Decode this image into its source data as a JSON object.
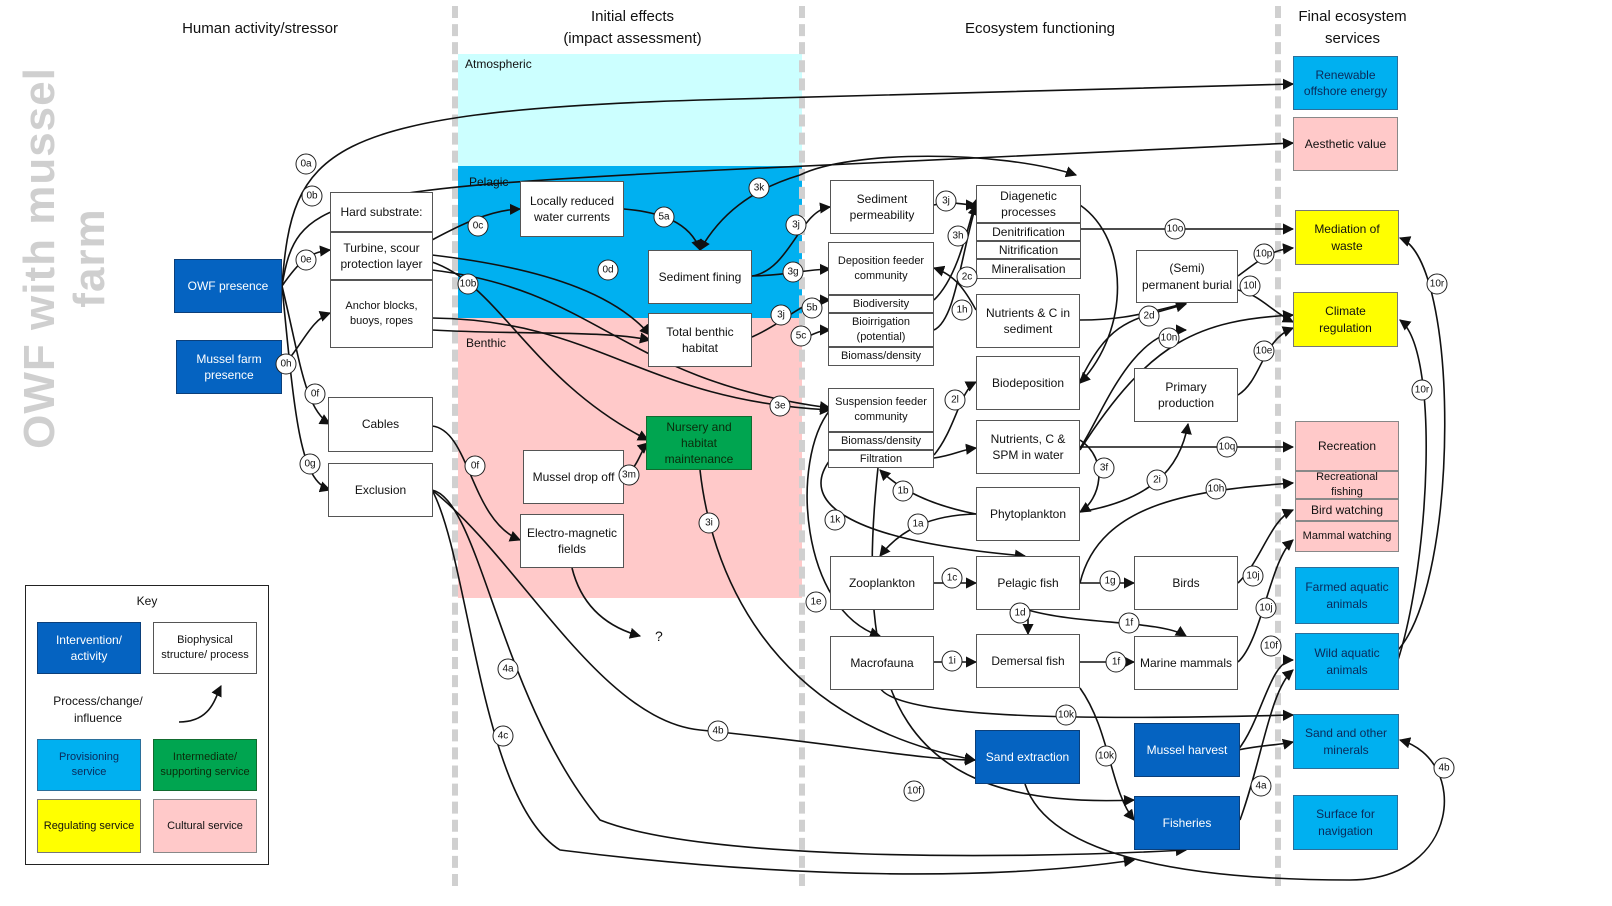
{
  "side_title": "OWF with mussel farm",
  "columns": {
    "human": "Human activity/stressor",
    "initial": "Initial effects\n(impact assessment)",
    "ecosystem": "Ecosystem functioning",
    "final": "Final ecosystem\nservices"
  },
  "zones": {
    "atmospheric": "Atmospheric",
    "pelagic": "Pelagic",
    "benthic": "Benthic"
  },
  "colors": {
    "intervention": "#0563c1",
    "provisioning": "#00b0f0",
    "regulating": "#ffff00",
    "cultural": "#ffc9c9",
    "intermediate": "#00a550",
    "atmospheric_zone": "#ccffff",
    "pelagic_zone": "#00b0f0",
    "benthic_zone": "#ffc9c9"
  },
  "nodes": {
    "owf": "OWF presence",
    "mussel_farm": "Mussel farm presence",
    "hard_substrate": "Hard substrate:",
    "turbine": "Turbine, scour protection layer",
    "anchor": "Anchor blocks, buoys, ropes",
    "cables": "Cables",
    "exclusion": "Exclusion",
    "reduced_currents": "Locally reduced water currents",
    "sediment_fining": "Sediment fining",
    "total_benthic": "Total benthic habitat",
    "nursery": "Nursery and habitat maintenance",
    "mussel_drop": "Mussel drop off",
    "emf": "Electro-magnetic fields",
    "question": "?",
    "sediment_perm": "Sediment permeability",
    "deposition_feeder": "Deposition feeder community",
    "df_biodiversity": "Biodiversity",
    "df_bioirrigation": "Bioirrigation (potential)",
    "df_biomass": "Biomass/density",
    "suspension_feeder": "Suspension feeder community",
    "sf_biomass": "Biomass/density",
    "sf_filtration": "Filtration",
    "diagenetic": "Diagenetic processes",
    "denitrification": "Denitrification",
    "nitrification": "Nitrification",
    "mineralisation": "Mineralisation",
    "nutrients_sediment": "Nutrients & C in sediment",
    "biodeposition": "Biodeposition",
    "nutrients_water": "Nutrients, C & SPM in water",
    "phytoplankton": "Phytoplankton",
    "zooplankton": "Zooplankton",
    "pelagic_fish": "Pelagic fish",
    "macrofauna": "Macrofauna",
    "demersal_fish": "Demersal fish",
    "birds": "Birds",
    "marine_mammals": "Marine mammals",
    "semi_burial": "(Semi) permanent burial",
    "primary_production": "Primary production",
    "sand_extraction": "Sand extraction",
    "mussel_harvest": "Mussel harvest",
    "fisheries": "Fisheries",
    "renewable": "Renewable offshore energy",
    "aesthetic": "Aesthetic value",
    "mediation": "Mediation of waste",
    "climate": "Climate regulation",
    "recreation": "Recreation",
    "rec_fishing": "Recreational fishing",
    "bird_watching": "Bird watching",
    "mammal_watching": "Mammal watching",
    "farmed": "Farmed aquatic animals",
    "wild": "Wild aquatic animals",
    "sand_minerals": "Sand and other minerals",
    "navigation": "Surface for navigation"
  },
  "key": {
    "title": "Key",
    "intervention": "Intervention/ activity",
    "biophysical": "Biophysical structure/ process",
    "process": "Process/change/ influence",
    "provisioning": "Provisioning service",
    "intermediate": "Intermediate/ supporting service",
    "regulating": "Regulating service",
    "cultural": "Cultural service"
  },
  "badges": [
    "0a",
    "0b",
    "0e",
    "0h",
    "0f",
    "0g",
    "0c",
    "0d",
    "10b",
    "0f",
    "5a",
    "3k",
    "3j",
    "3g",
    "3j",
    "5b",
    "5c",
    "3e",
    "3m",
    "3i",
    "3j",
    "3h",
    "2c",
    "1h",
    "2l",
    "3f",
    "1b",
    "1a",
    "1k",
    "1c",
    "1e",
    "1i",
    "1d",
    "1g",
    "1f",
    "1f",
    "2i",
    "2d",
    "10o",
    "10p",
    "10l",
    "10n",
    "10e",
    "10r",
    "10r",
    "10q",
    "10h",
    "10j",
    "10j",
    "10f",
    "10k",
    "10k",
    "10f",
    "4a",
    "4c",
    "4b",
    "4a",
    "4b"
  ]
}
